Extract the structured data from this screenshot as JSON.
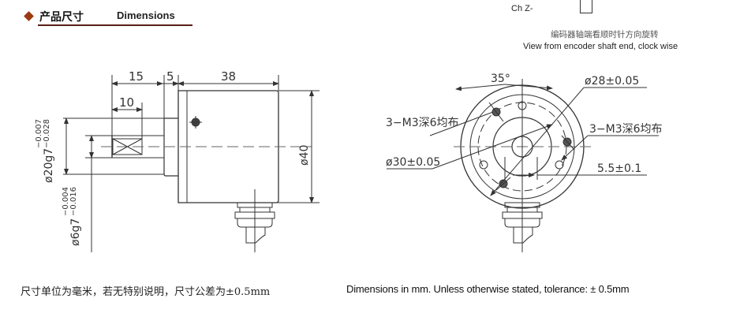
{
  "header": {
    "title_cn": "产品尺寸",
    "title_en": "Dimensions",
    "accent_color": "#9a3a10",
    "underline_color": "#5a1e16"
  },
  "wiring": {
    "channel_label": "Ch Z-"
  },
  "rotation_note": {
    "cn": "编码器轴端看顺时针方向旋转",
    "en": "View from encoder shaft end, clock wise"
  },
  "side_view": {
    "dim_shaft_length": "15",
    "dim_flange": "5",
    "dim_body_length": "38",
    "dim_flat_length": "10",
    "dim_boss_diameter": "ø20g7",
    "dim_boss_tolerance_upper": "−0.007",
    "dim_boss_tolerance_lower": "−0.028",
    "dim_shaft_diameter": "ø6g7",
    "dim_shaft_tolerance_upper": "−0.004",
    "dim_shaft_tolerance_lower": "−0.016",
    "dim_body_diameter": "ø40"
  },
  "front_view": {
    "dim_angle": "35°",
    "dim_bolt_circle_outer": "ø28±0.05",
    "dim_holes_left": "3−M3深6均布",
    "dim_holes_right": "3−M3深6均布",
    "dim_bolt_circle_inner": "ø30±0.05",
    "dim_offset": "5.5±0.1"
  },
  "notes": {
    "cn": "尺寸单位为毫米，若无特别说明，尺寸公差为±0.5mm",
    "en": "Dimensions in mm. Unless otherwise stated, tolerance: ± 0.5mm"
  }
}
